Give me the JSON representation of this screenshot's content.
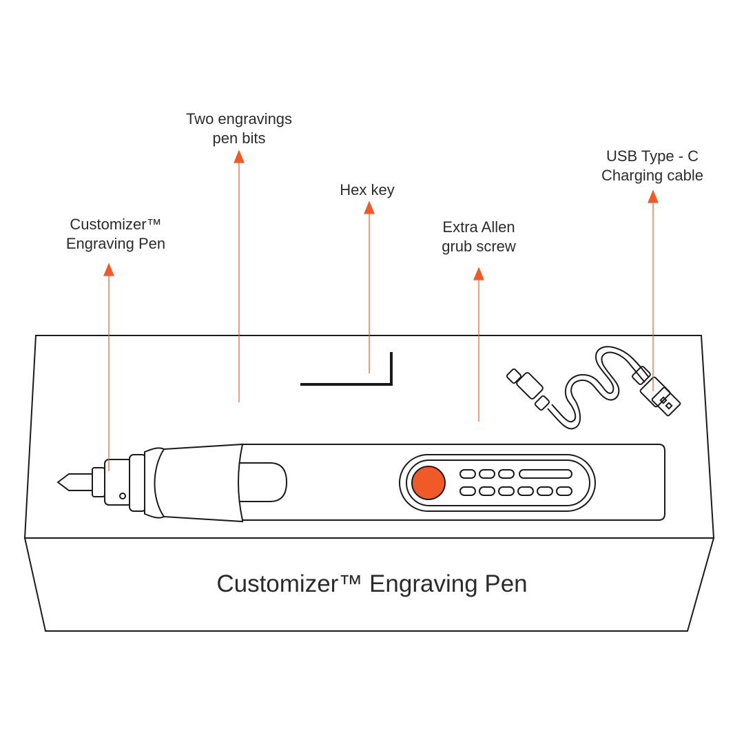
{
  "callouts": {
    "pen": {
      "line1": "Customizer™",
      "line2": "Engraving Pen"
    },
    "bits": {
      "line1": "Two engravings",
      "line2": "pen bits"
    },
    "hex": {
      "line1": "Hex key"
    },
    "screw": {
      "line1": "Extra Allen",
      "line2": "grub screw"
    },
    "cable": {
      "line1": "USB Type - C",
      "line2": "Charging cable"
    }
  },
  "box": {
    "label": "Customizer™ Engraving Pen"
  },
  "colors": {
    "accent": "#f05a28",
    "stroke": "#1a1a1a",
    "text": "#2b2b2b"
  }
}
